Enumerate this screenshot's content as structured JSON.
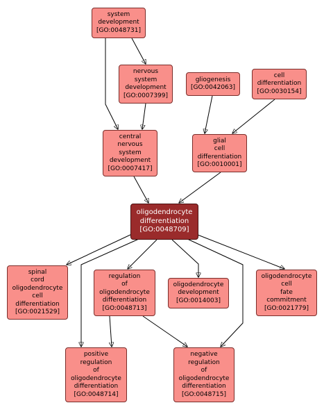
{
  "nodes": {
    "system_development": {
      "lines": [
        "system",
        "development"
      ],
      "id": "[GO:0048731]"
    },
    "nervous_system_development": {
      "lines": [
        "nervous",
        "system",
        "development"
      ],
      "id": "[GO:0007399]"
    },
    "gliogenesis": {
      "lines": [
        "gliogenesis"
      ],
      "id": "[GO:0042063]"
    },
    "cell_differentiation": {
      "lines": [
        "cell",
        "differentiation"
      ],
      "id": "[GO:0030154]"
    },
    "cns_development": {
      "lines": [
        "central",
        "nervous",
        "system",
        "development"
      ],
      "id": "[GO:0007417]"
    },
    "glial_cell_differentiation": {
      "lines": [
        "glial",
        "cell",
        "differentiation"
      ],
      "id": "[GO:0010001]"
    },
    "oligodendrocyte_differentiation": {
      "lines": [
        "oligodendrocyte",
        "differentiation"
      ],
      "id": "[GO:0048709]"
    },
    "spinal_cord_oligodendrocyte_cell_differentiation": {
      "lines": [
        "spinal",
        "cord",
        "oligodendrocyte",
        "cell",
        "differentiation"
      ],
      "id": "[GO:0021529]"
    },
    "regulation_of_oligodendrocyte_differentiation": {
      "lines": [
        "regulation",
        "of",
        "oligodendrocyte",
        "differentiation"
      ],
      "id": "[GO:0048713]"
    },
    "oligodendrocyte_development": {
      "lines": [
        "oligodendrocyte",
        "development"
      ],
      "id": "[GO:0014003]"
    },
    "oligodendrocyte_cell_fate_commitment": {
      "lines": [
        "oligodendrocyte",
        "cell",
        "fate",
        "commitment"
      ],
      "id": "[GO:0021779]"
    },
    "positive_regulation": {
      "lines": [
        "positive",
        "regulation",
        "of",
        "oligodendrocyte",
        "differentiation"
      ],
      "id": "[GO:0048714]"
    },
    "negative_regulation": {
      "lines": [
        "negative",
        "regulation",
        "of",
        "oligodendrocyte",
        "differentiation"
      ],
      "id": "[GO:0048715]"
    }
  }
}
